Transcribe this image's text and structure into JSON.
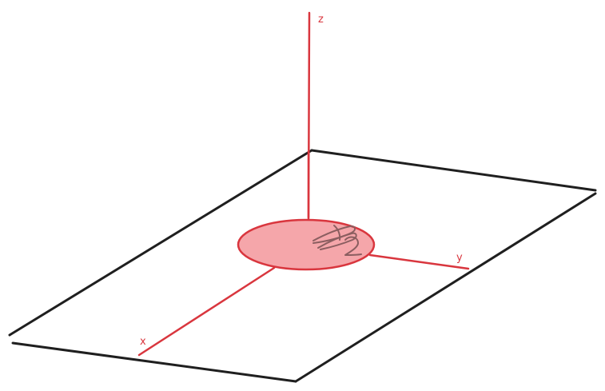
{
  "diagram": {
    "colors": {
      "plane": "#1f1f1f",
      "axes": "#d9363e",
      "disk_fill": "#f5a6aa",
      "scribble": "#8b5e60"
    },
    "axes": {
      "x_label": "x",
      "y_label": "y",
      "z_label": "z"
    }
  }
}
